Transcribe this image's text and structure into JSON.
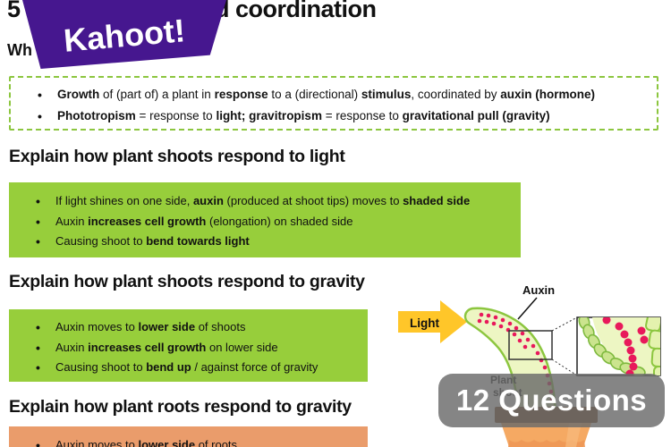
{
  "page": {
    "title_fragment_left": "5",
    "title_fragment_right": "d coordination",
    "subtitle_fragment": "Wh",
    "logo_text": "Kahoot!"
  },
  "colors": {
    "kahoot_purple": "#46178F",
    "box_green": "#97CE3B",
    "dashed_border_green": "#8CC63F",
    "box_orange": "#EA9C6B",
    "badge_gray": "rgba(106,106,106,0.82)",
    "auxin_pink": "#E8195B",
    "light_arrow_yellow": "#FFC629",
    "pot_rim_brown": "#7B4A21",
    "pot_body_orange": "#F5A963",
    "shoot_fill": "#EDF6C3",
    "shoot_stroke": "#8CC63F"
  },
  "definition_box": {
    "bullets": [
      [
        {
          "t": "Growth",
          "b": true
        },
        {
          "t": " of (part of) a plant in ",
          "b": false
        },
        {
          "t": "response",
          "b": true
        },
        {
          "t": " to a (directional) ",
          "b": false
        },
        {
          "t": "stimulus",
          "b": true
        },
        {
          "t": ", coordinated by ",
          "b": false
        },
        {
          "t": "auxin (hormone)",
          "b": true
        }
      ],
      [
        {
          "t": "Phototropism",
          "b": true
        },
        {
          "t": " = response to ",
          "b": false
        },
        {
          "t": "light; gravitropism",
          "b": true
        },
        {
          "t": " = response to ",
          "b": false
        },
        {
          "t": "gravitational pull (gravity)",
          "b": true
        }
      ]
    ]
  },
  "sections": [
    {
      "heading": "Explain how plant shoots respond to light",
      "bullets": [
        [
          {
            "t": "If light shines on one side, ",
            "b": false
          },
          {
            "t": "auxin",
            "b": true
          },
          {
            "t": " (produced at shoot tips) moves to ",
            "b": false
          },
          {
            "t": "shaded side",
            "b": true
          }
        ],
        [
          {
            "t": "Auxin ",
            "b": false
          },
          {
            "t": "increases cell growth",
            "b": true
          },
          {
            "t": " (elongation) on shaded side",
            "b": false
          }
        ],
        [
          {
            "t": "Causing shoot to ",
            "b": false
          },
          {
            "t": "bend towards light",
            "b": true
          }
        ]
      ]
    },
    {
      "heading": "Explain how plant shoots respond to gravity",
      "bullets": [
        [
          {
            "t": "Auxin moves to ",
            "b": false
          },
          {
            "t": "lower side",
            "b": true
          },
          {
            "t": " of shoots",
            "b": false
          }
        ],
        [
          {
            "t": "Auxin ",
            "b": false
          },
          {
            "t": "increases cell growth",
            "b": true
          },
          {
            "t": " on lower side",
            "b": false
          }
        ],
        [
          {
            "t": "Causing shoot to ",
            "b": false
          },
          {
            "t": "bend up",
            "b": true
          },
          {
            "t": " / against force of gravity",
            "b": false
          }
        ]
      ]
    },
    {
      "heading": "Explain how plant roots respond to gravity",
      "bullets": [
        [
          {
            "t": "Auxin moves to ",
            "b": false
          },
          {
            "t": "lower side",
            "b": true
          },
          {
            "t": " of roots",
            "b": false
          }
        ]
      ]
    }
  ],
  "illustration": {
    "light_label": "Light",
    "auxin_label": "Auxin",
    "plant_label_line1": "Plant",
    "plant_label_line2": "shoot"
  },
  "badge": {
    "label": "12 Questions"
  }
}
